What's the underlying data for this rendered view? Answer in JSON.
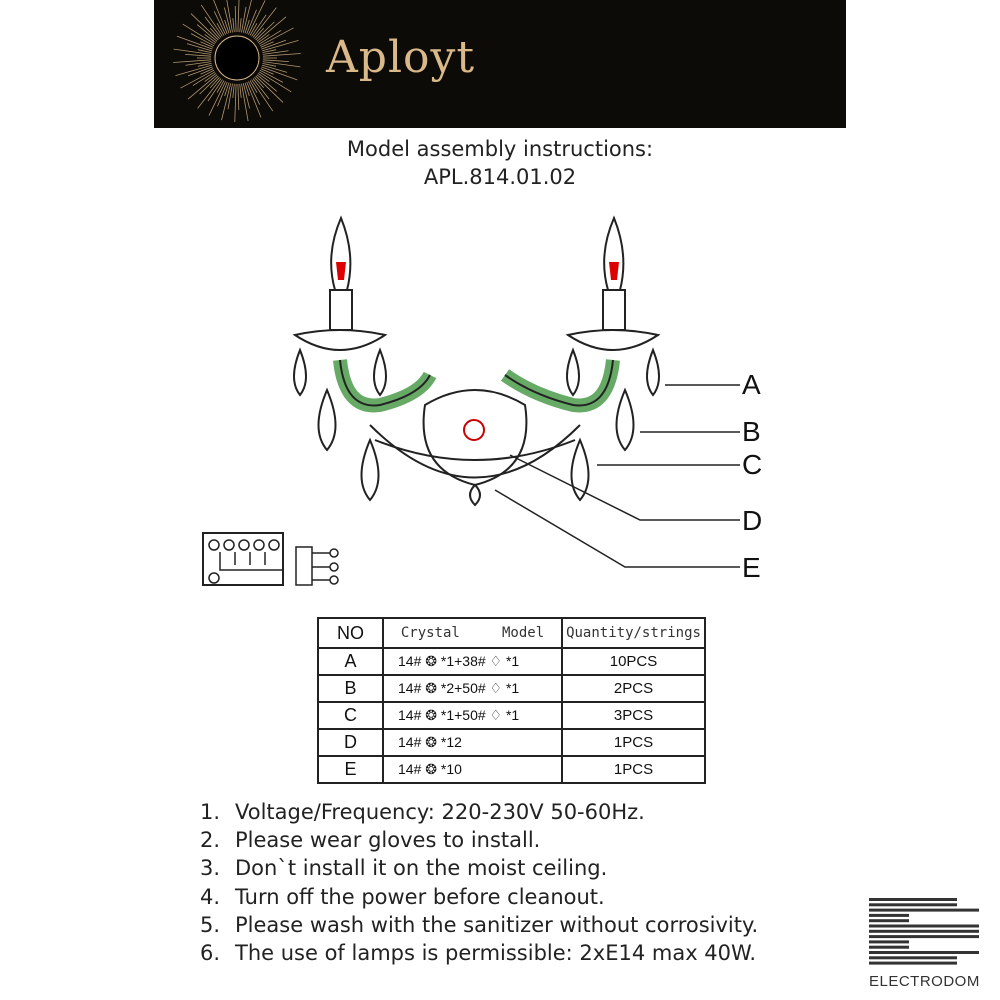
{
  "banner": {
    "brand": "Aployt",
    "accent": "#d9b98a"
  },
  "title": {
    "line1": "Model assembly instructions:",
    "line2": "APL.814.01.02"
  },
  "diagram_labels": [
    "A",
    "B",
    "C",
    "D",
    "E"
  ],
  "table": {
    "headers": {
      "no": "NO",
      "model": "Crystal     Model",
      "qty": "Quantity/strings"
    },
    "rows": [
      {
        "no": "A",
        "model": "14# ❂ *1+38# ♢ *1",
        "qty": "10PCS"
      },
      {
        "no": "B",
        "model": "14# ❂ *2+50# ♢ *1",
        "qty": "2PCS"
      },
      {
        "no": "C",
        "model": "14# ❂ *1+50# ♢ *1",
        "qty": "3PCS"
      },
      {
        "no": "D",
        "model": "14# ❂ *12",
        "qty": "1PCS"
      },
      {
        "no": "E",
        "model": "14# ❂ *10",
        "qty": "1PCS"
      }
    ]
  },
  "notes": [
    {
      "n": "1.",
      "text": "Voltage/Frequency: 220-230V 50-60Hz."
    },
    {
      "n": "2.",
      "text": "Please wear gloves to install."
    },
    {
      "n": "3.",
      "text": "Don`t install it on the moist ceiling."
    },
    {
      "n": "4.",
      "text": "Turn off the power before cleanout."
    },
    {
      "n": "5.",
      "text": "Please wash with the sanitizer without corrosivity."
    },
    {
      "n": "6.",
      "text": "The use of lamps is permissible: 2xE14 max 40W."
    }
  ],
  "footer_logo": {
    "text": "ELECTRODOM"
  }
}
